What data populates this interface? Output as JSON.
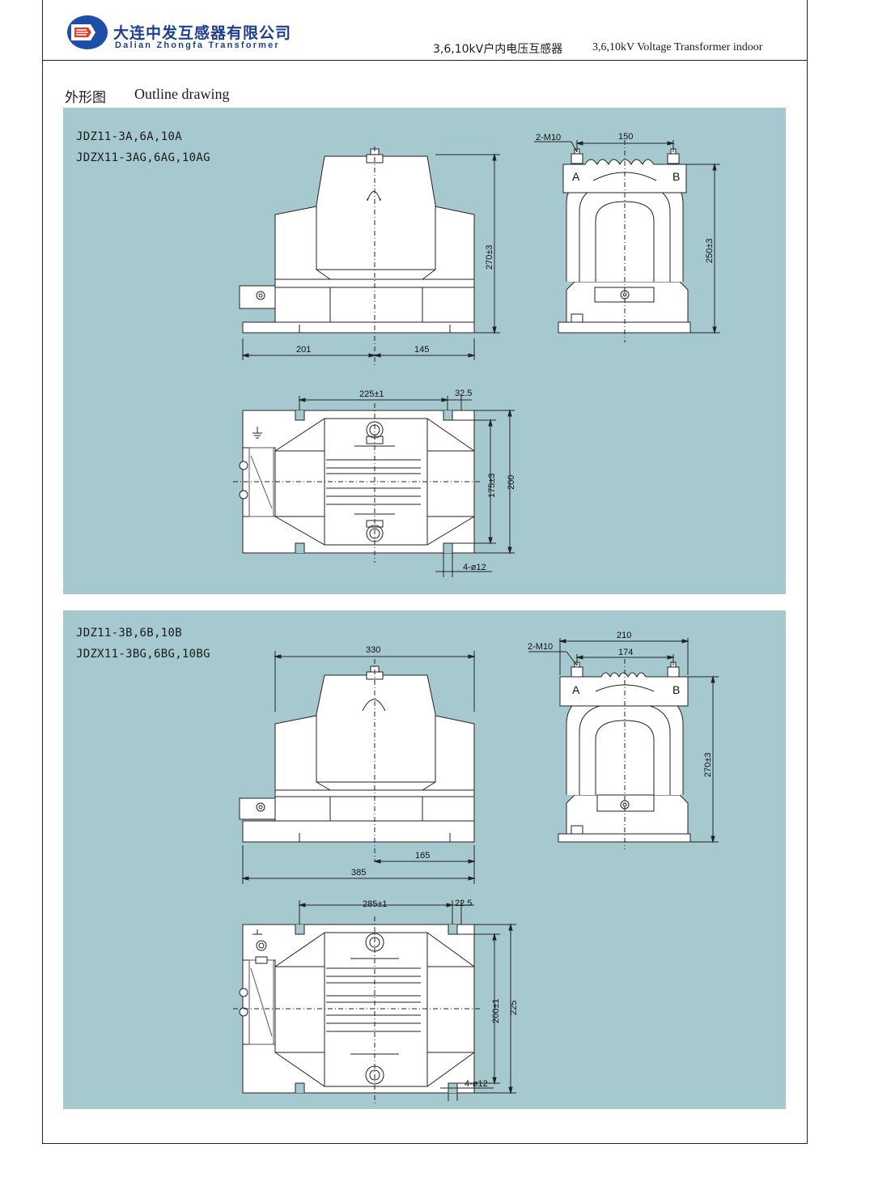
{
  "header": {
    "company_cn": "大连中发互感器有限公司",
    "company_en": "Dalian Zhongfa Transformer",
    "title_cn": "3,6,10kV户内电压互感器",
    "title_en": "3,6,10kV Voltage Transformer indoor"
  },
  "section": {
    "title_cn": "外形图",
    "title_en": "Outline drawing"
  },
  "panel_a": {
    "model_line1": "JDZ11-3A,6A,10A",
    "model_line2": "JDZX11-3AG,6AG,10AG",
    "front": {
      "height": "270±3",
      "left": "201",
      "right": "145"
    },
    "side": {
      "thread": "2-M10",
      "spacing": "150",
      "height": "250±3",
      "terminal_a": "A",
      "terminal_b": "B"
    },
    "top": {
      "mount_spacing": "225±1",
      "offset": "32.5",
      "inner_depth": "175±3",
      "depth": "200",
      "holes": "4-ø12"
    }
  },
  "panel_b": {
    "model_line1": "JDZ11-3B,6B,10B",
    "model_line2": "JDZX11-3BG,6BG,10BG",
    "front": {
      "width": "330",
      "right": "165",
      "total": "385"
    },
    "side": {
      "thread": "2-M10",
      "outer": "210",
      "inner": "174",
      "height": "270±3",
      "terminal_a": "A",
      "terminal_b": "B"
    },
    "top": {
      "mount_spacing": "285±1",
      "offset": "22.5",
      "inner_depth": "200±1",
      "depth": "225",
      "holes": "4-ø12"
    }
  },
  "colors": {
    "panel": "#a5c9ce",
    "line": "#222222",
    "body": "#ffffff",
    "brand": "#1e3f8f"
  }
}
